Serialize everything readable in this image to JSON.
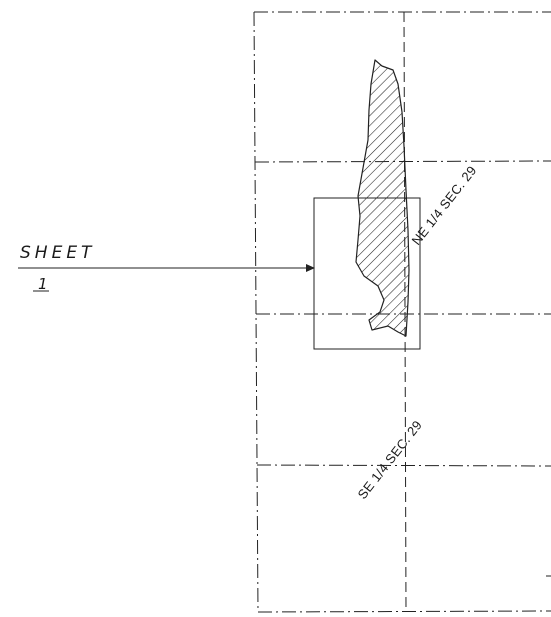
{
  "sheet_ref": {
    "label": "SHEET",
    "number": "1"
  },
  "quarter_sections": {
    "ne": "NE 1/4 SEC. 29",
    "se": "SE 1/4 SEC. 29"
  }
}
